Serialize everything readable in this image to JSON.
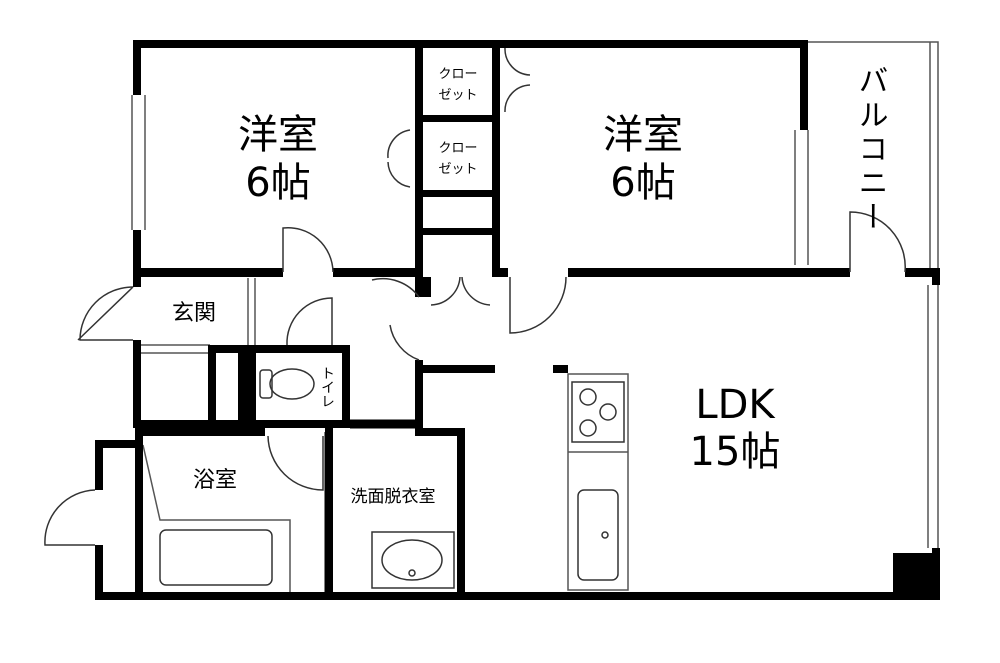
{
  "rooms": {
    "western_room_left": {
      "name": "洋室",
      "size": "6帖"
    },
    "western_room_right": {
      "name": "洋室",
      "size": "6帖"
    },
    "ldk": {
      "name": "LDK",
      "size": "15帖"
    },
    "balcony": {
      "name": "バルコニー"
    },
    "entrance": {
      "name": "玄関"
    },
    "toilet": {
      "name": "トイレ"
    },
    "bath": {
      "name": "浴室"
    },
    "washroom": {
      "name": "洗面脱衣室"
    },
    "closet_top": {
      "line1": "クロー",
      "line2": "ゼット"
    },
    "closet_bottom": {
      "line1": "クロー",
      "line2": "ゼット"
    }
  },
  "colors": {
    "wall": "#000000",
    "thin_line": "#555555",
    "background": "#ffffff"
  }
}
